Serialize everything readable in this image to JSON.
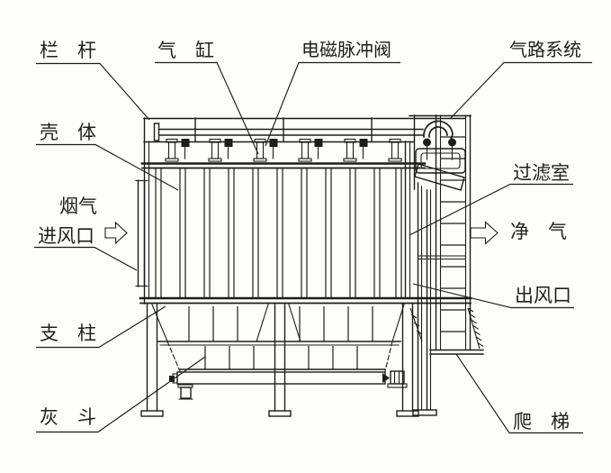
{
  "diagram": {
    "subject": "pulse-jet-bag-filter-dust-collector",
    "colors": {
      "line": "#1c1c1c",
      "background": "#fdfdf9",
      "text": "#1f1f1f"
    },
    "labels": {
      "railing": "栏　杆",
      "cylinder": "气　缸",
      "pulse_valve": "电磁脉冲阀",
      "air_system": "气路系统",
      "shell": "壳　体",
      "flue_gas": "烟气",
      "inlet": "进风口",
      "filter_chamber": "过滤室",
      "clean_air": "净　气",
      "outlet": "出风口",
      "support": "支　柱",
      "ash_hopper": "灰　斗",
      "ladder": "爬　梯"
    },
    "icons": {
      "inlet_arrow": "right-block-arrow",
      "outlet_arrow": "right-block-arrow"
    }
  }
}
